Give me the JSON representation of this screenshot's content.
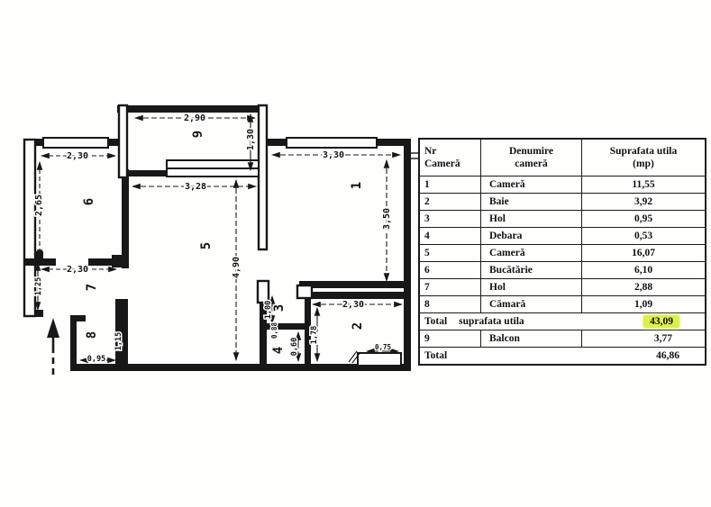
{
  "plan": {
    "room_labels": {
      "r1": "1",
      "r2": "2",
      "r3": "3",
      "r4": "4",
      "r5": "5",
      "r6": "6",
      "r7": "7",
      "r8": "8",
      "r9": "9"
    },
    "dimensions": {
      "balcony_width": "2,90",
      "balcony_depth": "1,30",
      "kitchen_width": "2,30",
      "kitchen_depth": "2,65",
      "room1_width": "3,30",
      "room1_depth": "3,50",
      "room5_width": "3,28",
      "room5_depth": "4,90",
      "hall7_width": "2,30",
      "hall7_depth": "1,25",
      "pantry_depth": "1,15",
      "pantry_width": "0,95",
      "hall3_depth": "1,00",
      "debara_width": "0,88",
      "debara_depth": "0,60",
      "bath_width": "2,30",
      "bath_depth": "1,78",
      "bath_step": "0,75"
    }
  },
  "table": {
    "header": {
      "col1_line1": "Nr",
      "col1_line2": "Cameră",
      "col2_line1": "Denumire",
      "col2_line2": "cameră",
      "col3_line1": "Suprafata utila",
      "col3_line2": "(mp)"
    },
    "rows": [
      {
        "nr": "1",
        "name": "Cameră",
        "area": "11,55"
      },
      {
        "nr": "2",
        "name": "Baie",
        "area": "3,92"
      },
      {
        "nr": "3",
        "name": "Hol",
        "area": "0,95"
      },
      {
        "nr": "4",
        "name": "Debara",
        "area": "0,53"
      },
      {
        "nr": "5",
        "name": "Cameră",
        "area": "16,07"
      },
      {
        "nr": "6",
        "name": "Bucătărie",
        "area": "6,10"
      },
      {
        "nr": "7",
        "name": "Hol",
        "area": "2,88"
      },
      {
        "nr": "8",
        "name": "Cămară",
        "area": "1,09"
      }
    ],
    "total_utila": {
      "label": "Total",
      "label2": "suprafata utila",
      "value": "43,09"
    },
    "balcony_row": {
      "nr": "9",
      "name": "Balcon",
      "area": "3,77"
    },
    "grand_total": {
      "label": "Total",
      "value": "46,86"
    },
    "highlight_color": "#ddef4e"
  }
}
